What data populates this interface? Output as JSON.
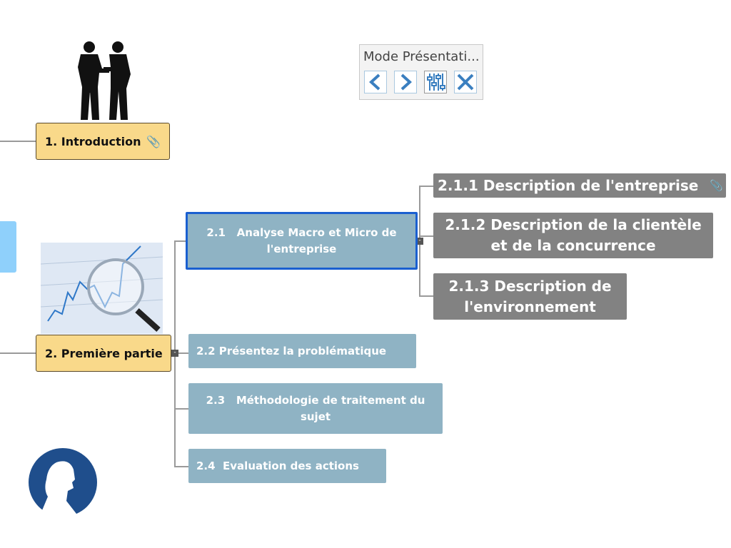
{
  "toolbar": {
    "title": "Mode Présentati...",
    "buttons": [
      "previous",
      "next",
      "settings",
      "close"
    ]
  },
  "nodes": {
    "intro": "1.  Introduction",
    "part1": "2.  Première partie",
    "n21_num": "2.1",
    "n21": "Analyse Macro et Micro de l'entreprise",
    "n22": "2.2  Présentez la problématique",
    "n23_num": "2.3",
    "n23": "Méthodologie de traitement du sujet",
    "n24_num": "2.4",
    "n24": "Evaluation des actions",
    "n211": "2.1.1  Description de l'entreprise",
    "n212": "2.1.2   Description de la clientèle et de la concurrence",
    "n213": "2.1.3    Description de l'environnement"
  },
  "colors": {
    "main": "#f9d98a",
    "sub": "#8fb3c4",
    "gray": "#828282",
    "selected": "#1a5fd0"
  }
}
